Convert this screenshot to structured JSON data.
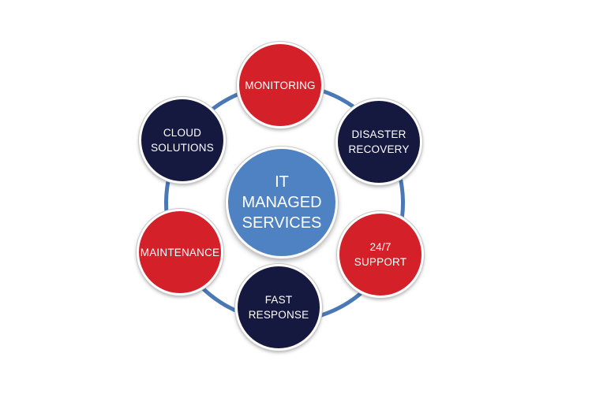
{
  "diagram": {
    "center": {
      "label": "IT\nMANAGED\nSERVICES",
      "color": "#4f82c2"
    },
    "ring_color": "#4a78b5",
    "nodes": [
      {
        "id": "monitoring",
        "label": "MONITORING",
        "color": "#d42028"
      },
      {
        "id": "disaster-recovery",
        "label": "DISASTER\nRECOVERY",
        "color": "#16193f"
      },
      {
        "id": "support",
        "label": "24/7\nSUPPORT",
        "color": "#d42028"
      },
      {
        "id": "fast-response",
        "label": "FAST\nRESPONSE",
        "color": "#16193f"
      },
      {
        "id": "maintenance",
        "label": "MAINTENANCE",
        "color": "#d42028"
      },
      {
        "id": "cloud-solutions",
        "label": "CLOUD\nSOLUTIONS",
        "color": "#16193f"
      }
    ]
  }
}
